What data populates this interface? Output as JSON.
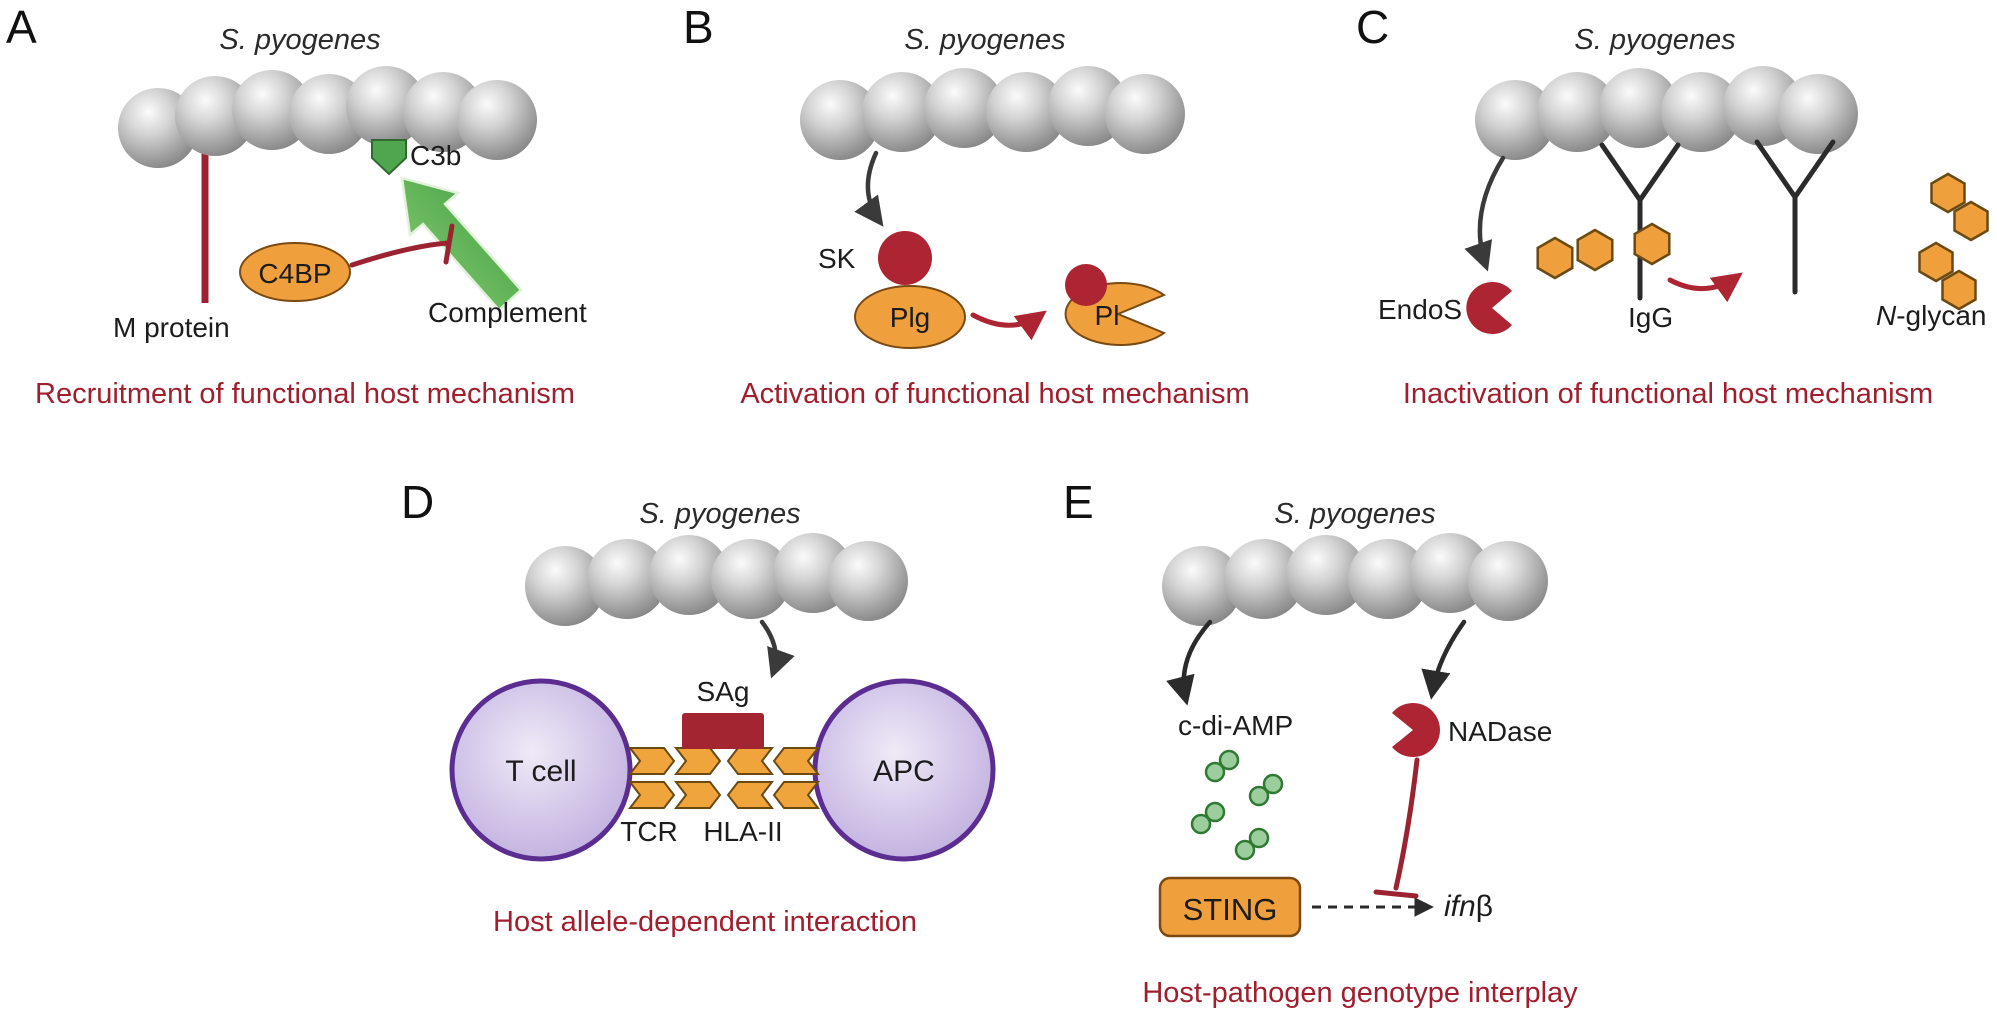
{
  "colors": {
    "caption_red": "#A01F2E",
    "inhibition_red": "#9B2331",
    "shape_red": "#AD2433",
    "orange": "#EFA03C",
    "complement_green": "#4FA64F",
    "molecule_green": "#2F7A33",
    "cell_purple": "#5B2D91",
    "bacteria_gray": "#A3A3A3"
  },
  "panels": {
    "A": {
      "letter": "A",
      "organism": "S. pyogenes",
      "c3b": "C3b",
      "c4bp": "C4BP",
      "m_protein": "M protein",
      "complement": "Complement",
      "caption": "Recruitment of functional host mechanism"
    },
    "B": {
      "letter": "B",
      "organism": "S. pyogenes",
      "sk": "SK",
      "plg": "Plg",
      "pl": "Pl",
      "caption": "Activation of functional host mechanism"
    },
    "C": {
      "letter": "C",
      "organism": "S. pyogenes",
      "endos": "EndoS",
      "igg": "IgG",
      "n_glycan_italic": "N",
      "n_glycan_rest": "-glycan",
      "caption": "Inactivation of functional host mechanism"
    },
    "D": {
      "letter": "D",
      "organism": "S. pyogenes",
      "sag": "SAg",
      "t_cell": "T cell",
      "apc": "APC",
      "tcr": "TCR",
      "hla": "HLA-II",
      "caption": "Host allele-dependent interaction"
    },
    "E": {
      "letter": "E",
      "organism": "S. pyogenes",
      "cdiamp": "c-di-AMP",
      "nadase": "NADase",
      "sting": "STING",
      "ifn_italic": "ifn",
      "ifn_beta": "β",
      "caption": "Host-pathogen genotype interplay"
    }
  }
}
